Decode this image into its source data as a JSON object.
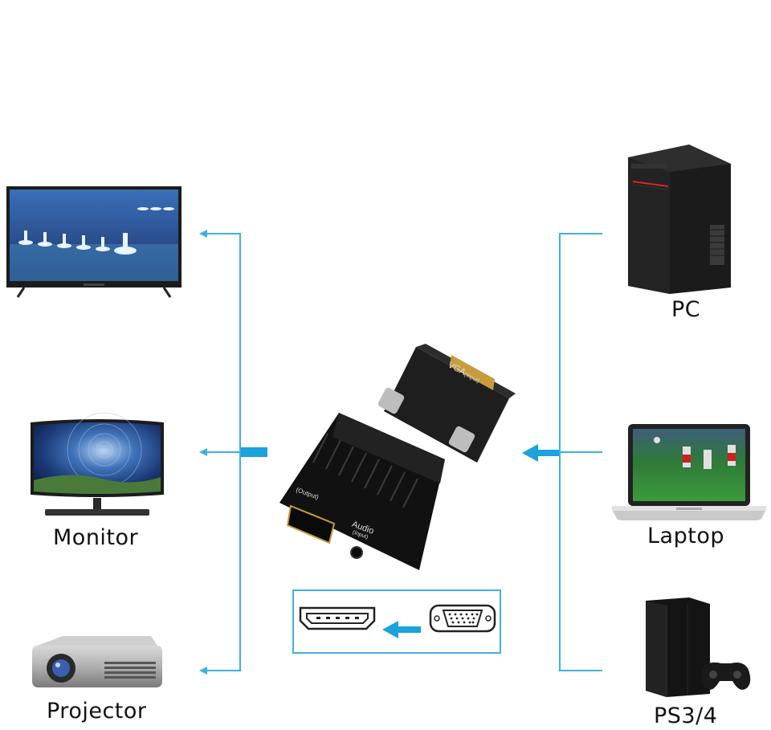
{
  "colors": {
    "connector": "#3db3d8",
    "arrow": "#1aa3dc"
  },
  "outputs": [
    {
      "label": "",
      "icon": "tv-icon"
    },
    {
      "label": "Monitor",
      "icon": "monitor-icon"
    },
    {
      "label": "Projector",
      "icon": "projector-icon"
    }
  ],
  "inputs": [
    {
      "label": "PC",
      "icon": "pc-tower-icon"
    },
    {
      "label": "Laptop",
      "icon": "laptop-icon"
    },
    {
      "label": "PS3/4",
      "icon": "game-console-icon"
    }
  ],
  "adapter": {
    "vga_label": "VGA",
    "vga_sub": "(Input)",
    "output_label": "(Output)",
    "audio_label": "Audio",
    "audio_sub": "(Input)"
  }
}
